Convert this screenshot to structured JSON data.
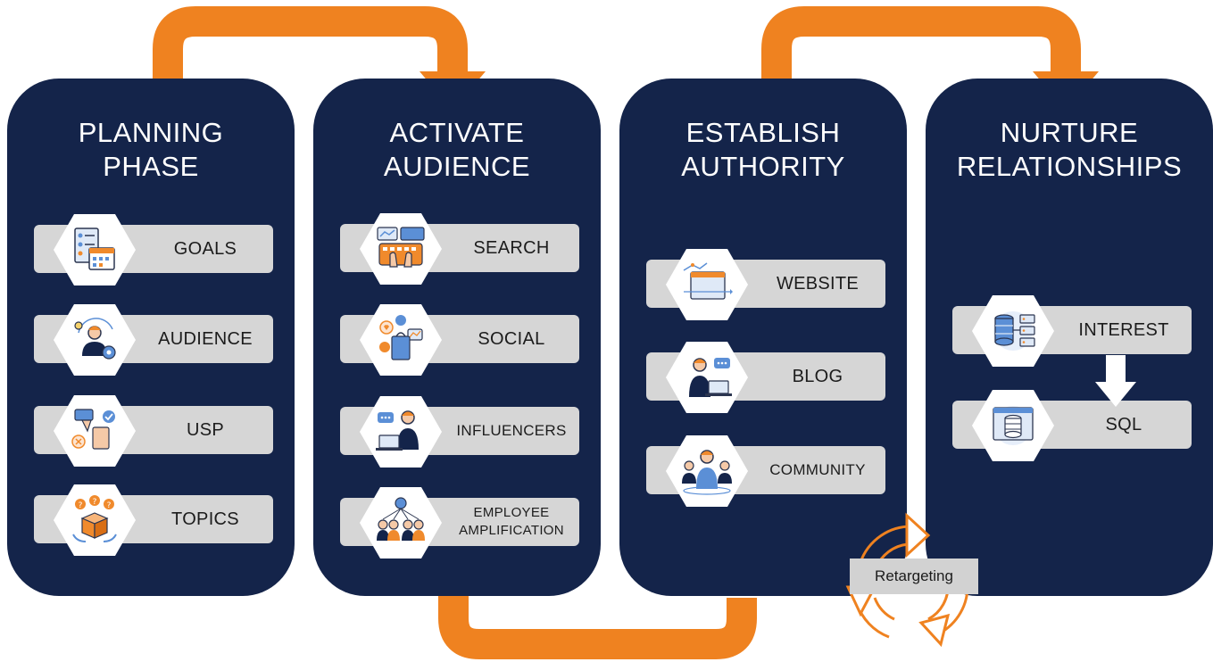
{
  "colors": {
    "panel": "#14244a",
    "arrow": "#ef8220",
    "pill": "#d6d6d6",
    "icon_accent": "#f08a2c",
    "icon_blue": "#5b8fd6"
  },
  "phases": [
    {
      "title": "PLANNING\nPHASE",
      "items": [
        {
          "label": "GOALS",
          "icon": "planning-calendar-icon"
        },
        {
          "label": "AUDIENCE",
          "icon": "audience-person-gear-icon"
        },
        {
          "label": "USP",
          "icon": "thumbs-up-down-icon"
        },
        {
          "label": "TOPICS",
          "icon": "box-question-icon"
        }
      ]
    },
    {
      "title": "ACTIVATE\nAUDIENCE",
      "items": [
        {
          "label": "SEARCH",
          "icon": "keyboard-search-icon"
        },
        {
          "label": "SOCIAL",
          "icon": "social-media-bag-icon"
        },
        {
          "label": "INFLUENCERS",
          "icon": "influencer-laptop-icon"
        },
        {
          "label": "EMPLOYEE\nAMPLIFICATION",
          "icon": "employee-network-icon"
        }
      ]
    },
    {
      "title": "ESTABLISH\nAUTHORITY",
      "items": [
        {
          "label": "WEBSITE",
          "icon": "website-browser-icon"
        },
        {
          "label": "BLOG",
          "icon": "blogger-laptop-icon"
        },
        {
          "label": "COMMUNITY",
          "icon": "community-group-icon"
        }
      ]
    },
    {
      "title": "NURTURE\nRELATIONSHIPS",
      "items": [
        {
          "label": "INTEREST",
          "icon": "database-server-icon"
        },
        {
          "label": "SQL",
          "icon": "database-browser-icon"
        }
      ]
    }
  ],
  "retargeting": {
    "label": "Retargeting",
    "icon": "cycle-arrows-icon"
  }
}
